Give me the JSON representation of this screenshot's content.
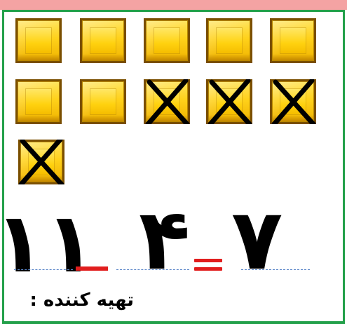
{
  "colors": {
    "header_strip": "#f4a3a3",
    "frame_border": "#23a04a",
    "tile_gold": "#ffd11a",
    "operator_red": "#e11d1d",
    "blank_line": "#5b86c9"
  },
  "counting": {
    "total_tiles": 11,
    "crossed_out_tiles": 4,
    "crossed_flags": [
      false,
      false,
      false,
      false,
      false,
      false,
      false,
      true,
      true,
      true,
      true
    ]
  },
  "equation": {
    "minuend": "١١",
    "subtrahend": "۴",
    "result": "٧",
    "minus_symbol": "_",
    "equals_symbol": "="
  },
  "footer": {
    "author_label": "تهیه کننده :"
  }
}
